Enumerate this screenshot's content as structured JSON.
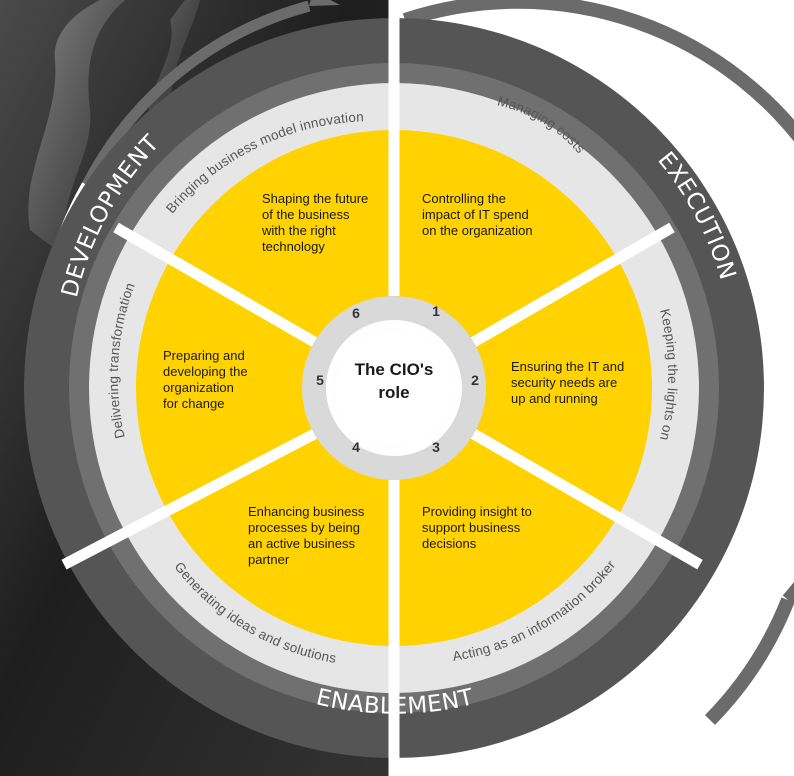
{
  "center": {
    "line1": "The CIO's",
    "line2": "role"
  },
  "phases": {
    "development": "DEVELOPMENT",
    "execution": "EXECUTION",
    "enablement": "ENABLEMENT"
  },
  "roles": {
    "managing_costs": "Managing costs",
    "keeping_lights_on": "Keeping the lights on",
    "information_broker": "Acting as an information broker",
    "generating_ideas": "Generating ideas and solutions",
    "delivering_transformation": "Delivering transformation",
    "business_model_innovation": "Bringing business model innovation"
  },
  "segments": [
    {
      "number": "1",
      "lines": [
        "Controlling the",
        "impact of IT spend",
        "on the organization"
      ]
    },
    {
      "number": "2",
      "lines": [
        "Ensuring the IT and",
        "security needs are",
        "up and running"
      ]
    },
    {
      "number": "3",
      "lines": [
        "Providing insight to",
        "support business",
        "decisions"
      ]
    },
    {
      "number": "4",
      "lines": [
        "Enhancing business",
        "processes by being",
        "an active business",
        "partner"
      ]
    },
    {
      "number": "5",
      "lines": [
        "Preparing and",
        "developing the",
        "organization",
        "for change"
      ]
    },
    {
      "number": "6",
      "lines": [
        "Shaping the future",
        "of the business",
        "with the right",
        "technology"
      ]
    }
  ],
  "colors": {
    "yellow": "#ffd200",
    "light_grey": "#e6e6e6",
    "mid_grey": "#6b6b6b",
    "dark_band": "#555555",
    "background_dark": "#2a2a2a"
  }
}
